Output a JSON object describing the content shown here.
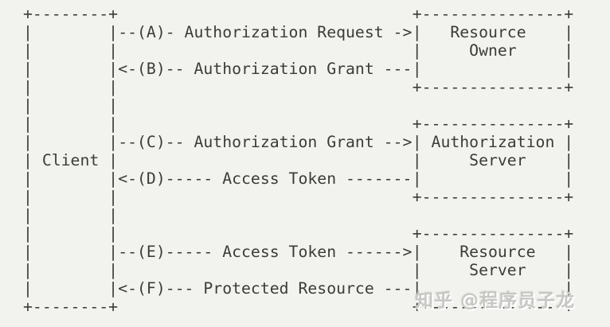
{
  "colors": {
    "background": "#f2f2ef",
    "ink": "#3b3b39",
    "watermark": "#c7c7c4"
  },
  "diagram": {
    "kind": "ascii-flow-diagram",
    "client_box": {
      "label": "Client",
      "ascii": "+--------+\n|        |\n|        |\n|        |\n|        |\n|        |\n|        |\n|        |\n| Client |\n|        |\n|        |\n|        |\n|        |\n|        |\n|        |\n|        |\n+--------+"
    },
    "resource_owner_box": {
      "label": "Resource Owner",
      "ascii": "+---------------+\n|   Resource    |\n|     Owner     |\n|               |\n+---------------+"
    },
    "authorization_server_box": {
      "label": "Authorization Server",
      "ascii": "+---------------+\n| Authorization |\n|     Server    |\n|               |\n+---------------+"
    },
    "resource_server_box": {
      "label": "Resource Server",
      "ascii": "+---------------+\n|    Resource   |\n|     Server    |\n|               |\n+---------------+"
    },
    "arrows": [
      {
        "id": "A",
        "label": "Authorization Request",
        "direction": "right",
        "text": "--(A)- Authorization Request ->"
      },
      {
        "id": "B",
        "label": "Authorization Grant",
        "direction": "left",
        "text": "<-(B)-- Authorization Grant ---"
      },
      {
        "id": "C",
        "label": "Authorization Grant",
        "direction": "right",
        "text": "--(C)-- Authorization Grant -->"
      },
      {
        "id": "D",
        "label": "Access Token",
        "direction": "left",
        "text": "<-(D)----- Access Token -------"
      },
      {
        "id": "E",
        "label": "Access Token",
        "direction": "right",
        "text": "--(E)----- Access Token ------>"
      },
      {
        "id": "F",
        "label": "Protected Resource",
        "direction": "left",
        "text": "<-(F)--- Protected Resource ---"
      }
    ]
  },
  "watermark": {
    "text": "知乎 @程序员子龙"
  }
}
